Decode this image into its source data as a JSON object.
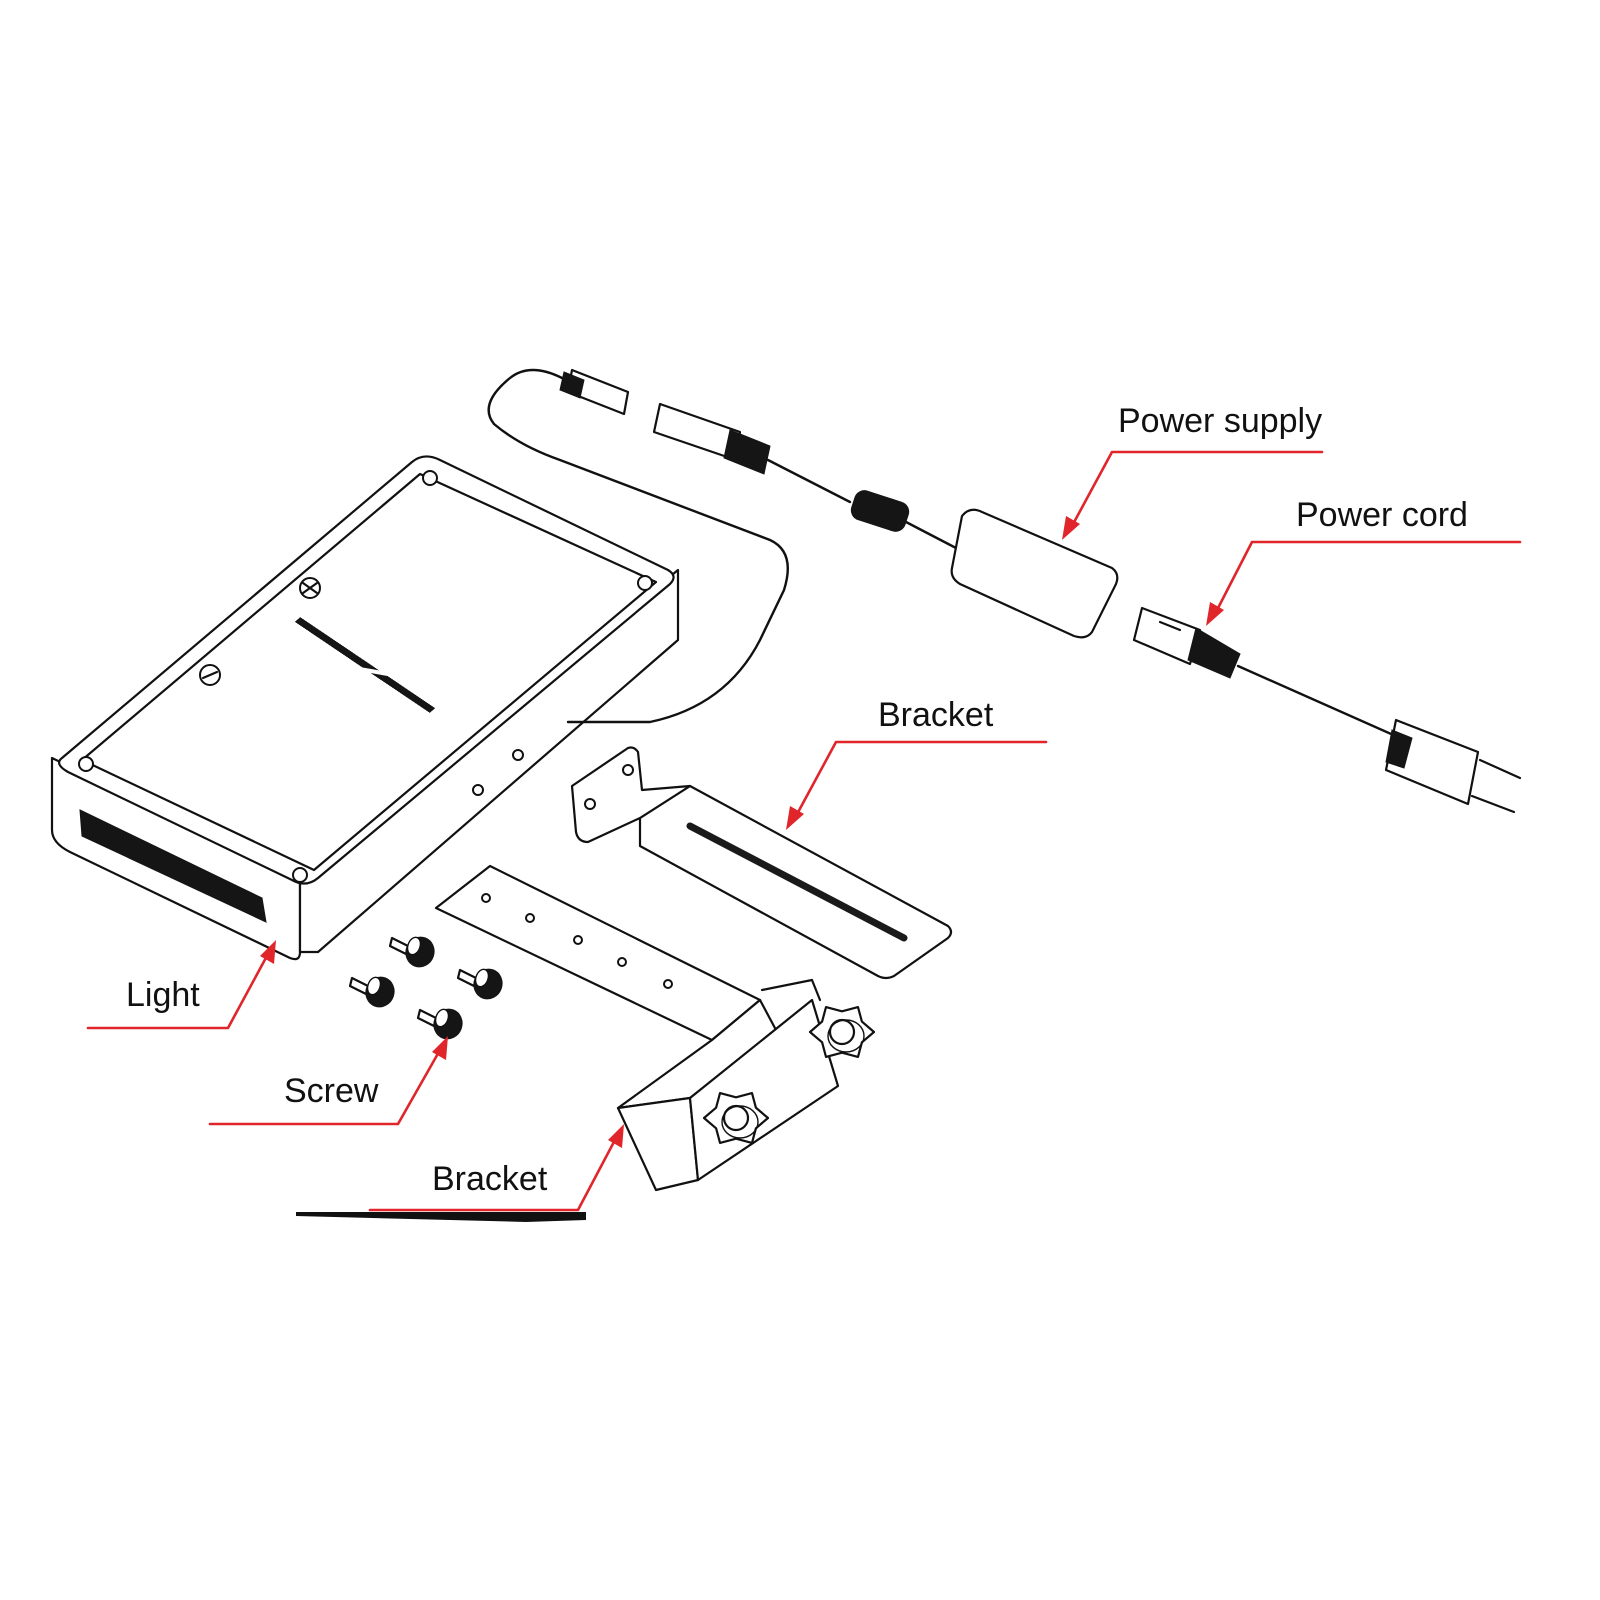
{
  "labels": {
    "power_supply": "Power supply",
    "power_cord": "Power cord",
    "bracket_upper": "Bracket",
    "light": "Light",
    "screw": "Screw",
    "bracket_lower": "Bracket"
  },
  "colors": {
    "leader": "#e0252b",
    "line_art": "#111111",
    "background": "#ffffff"
  }
}
